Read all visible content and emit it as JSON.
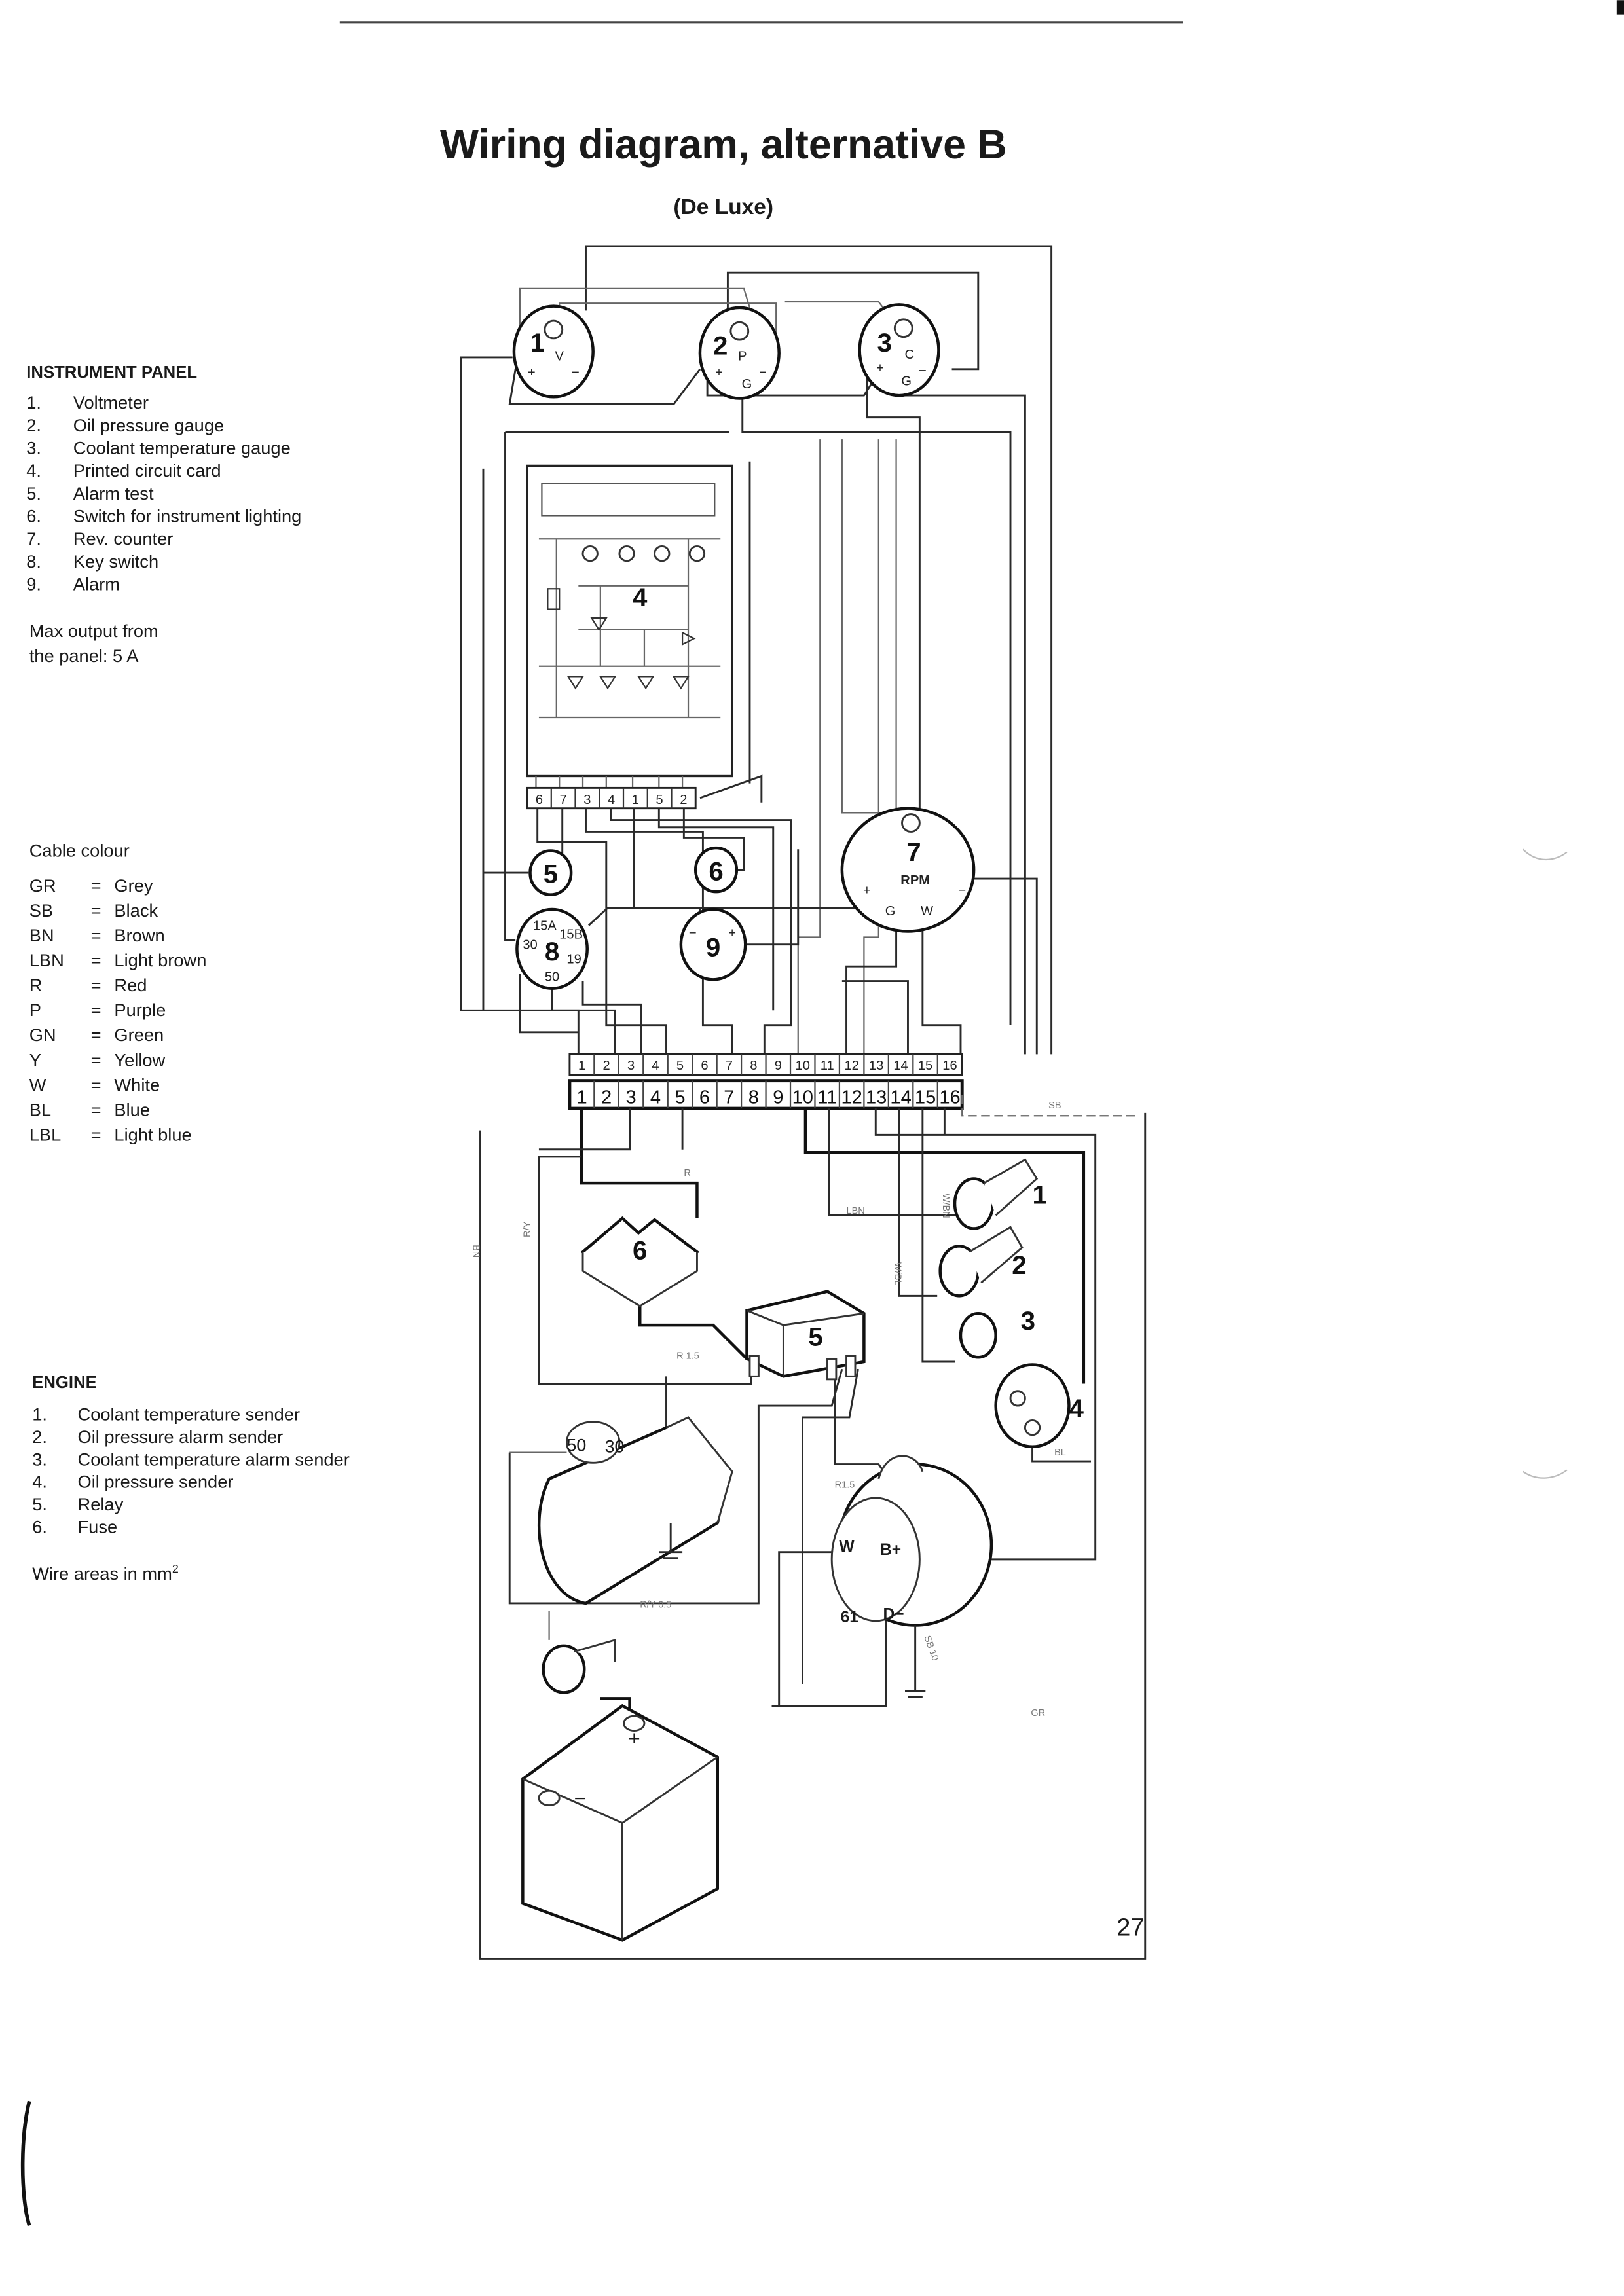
{
  "title": "Wiring diagram, alternative B",
  "subtitle": "(De Luxe)",
  "page_number": "27",
  "instrument_panel": {
    "heading": "INSTRUMENT PANEL",
    "items": [
      {
        "n": "1.",
        "label": "Voltmeter"
      },
      {
        "n": "2.",
        "label": "Oil pressure gauge"
      },
      {
        "n": "3.",
        "label": "Coolant temperature gauge"
      },
      {
        "n": "4.",
        "label": "Printed circuit card"
      },
      {
        "n": "5.",
        "label": "Alarm test"
      },
      {
        "n": "6.",
        "label": "Switch for instrument lighting"
      },
      {
        "n": "7.",
        "label": "Rev. counter"
      },
      {
        "n": "8.",
        "label": "Key switch"
      },
      {
        "n": "9.",
        "label": "Alarm"
      }
    ],
    "note_line1": "Max output from",
    "note_line2": "the panel: 5 A"
  },
  "cable_colour": {
    "heading": "Cable colour",
    "rows": [
      {
        "code": "GR",
        "eq": "=",
        "name": "Grey"
      },
      {
        "code": "SB",
        "eq": "=",
        "name": "Black"
      },
      {
        "code": "BN",
        "eq": "=",
        "name": "Brown"
      },
      {
        "code": "LBN",
        "eq": "=",
        "name": "Light brown"
      },
      {
        "code": "R",
        "eq": "=",
        "name": "Red"
      },
      {
        "code": "P",
        "eq": "=",
        "name": "Purple"
      },
      {
        "code": "GN",
        "eq": "=",
        "name": "Green"
      },
      {
        "code": "Y",
        "eq": "=",
        "name": "Yellow"
      },
      {
        "code": "W",
        "eq": "=",
        "name": "White"
      },
      {
        "code": "BL",
        "eq": "=",
        "name": "Blue"
      },
      {
        "code": "LBL",
        "eq": "=",
        "name": "Light blue"
      }
    ]
  },
  "engine": {
    "heading": "ENGINE",
    "items": [
      {
        "n": "1.",
        "label": "Coolant temperature sender"
      },
      {
        "n": "2.",
        "label": "Oil pressure alarm sender"
      },
      {
        "n": "3.",
        "label": "Coolant temperature alarm sender"
      },
      {
        "n": "4.",
        "label": "Oil pressure sender"
      },
      {
        "n": "5.",
        "label": "Relay"
      },
      {
        "n": "6.",
        "label": "Fuse"
      }
    ],
    "note": "Wire areas in mm",
    "note_sup": "2"
  },
  "diagram": {
    "gauges": [
      {
        "num": "1",
        "letter": "V",
        "plus": "+",
        "minus": "−"
      },
      {
        "num": "2",
        "letter": "P",
        "plus": "+",
        "minus": "−",
        "g": "G"
      },
      {
        "num": "3",
        "letter": "C",
        "plus": "+",
        "minus": "−",
        "g": "G"
      }
    ],
    "pcb": {
      "num": "4"
    },
    "pcb_connector": [
      "6",
      "7",
      "3",
      "4",
      "1",
      "5",
      "2"
    ],
    "alarm_test": {
      "num": "5"
    },
    "light_switch": {
      "num": "6"
    },
    "rev_counter": {
      "num": "7",
      "label": "RPM",
      "plus": "+",
      "minus": "−",
      "g": "G",
      "w": "W"
    },
    "key_switch": {
      "num": "8",
      "t15a": "15A",
      "t15b": "15B",
      "t30": "30",
      "t50": "50",
      "t19": "19"
    },
    "alarm": {
      "num": "9",
      "plus": "+",
      "minus": "−"
    },
    "terminal_strip_upper": [
      "1",
      "2",
      "3",
      "4",
      "5",
      "6",
      "7",
      "8",
      "9",
      "10",
      "11",
      "12",
      "13",
      "14",
      "15",
      "16"
    ],
    "terminal_strip_lower": [
      "1",
      "2",
      "3",
      "4",
      "5",
      "6",
      "7",
      "8",
      "9",
      "10",
      "11",
      "12",
      "13",
      "14",
      "15",
      "16"
    ],
    "engine_parts": {
      "fuse": "6",
      "relay": "5",
      "sender1": "1",
      "sender2": "2",
      "sender3": "3",
      "sender4": "4",
      "starter_50": "50",
      "starter_30": "30",
      "alt_w": "W",
      "alt_bplus": "B+",
      "alt_61": "61",
      "alt_dminus": "D−",
      "bat_plus": "+",
      "bat_minus": "−"
    },
    "wire_labels": {
      "sb": "SB",
      "lbn": "LBN",
      "w_bn": "W/BN",
      "w_bl": "W/BL",
      "r": "R",
      "r_y": "R/Y",
      "bn": "BN",
      "r_15": "R 1.5",
      "r_y_05": "R/Y 0.5",
      "r15_alt": "R1.5",
      "gr": "GR",
      "sb_10": "SB 10",
      "bl": "BL"
    }
  }
}
